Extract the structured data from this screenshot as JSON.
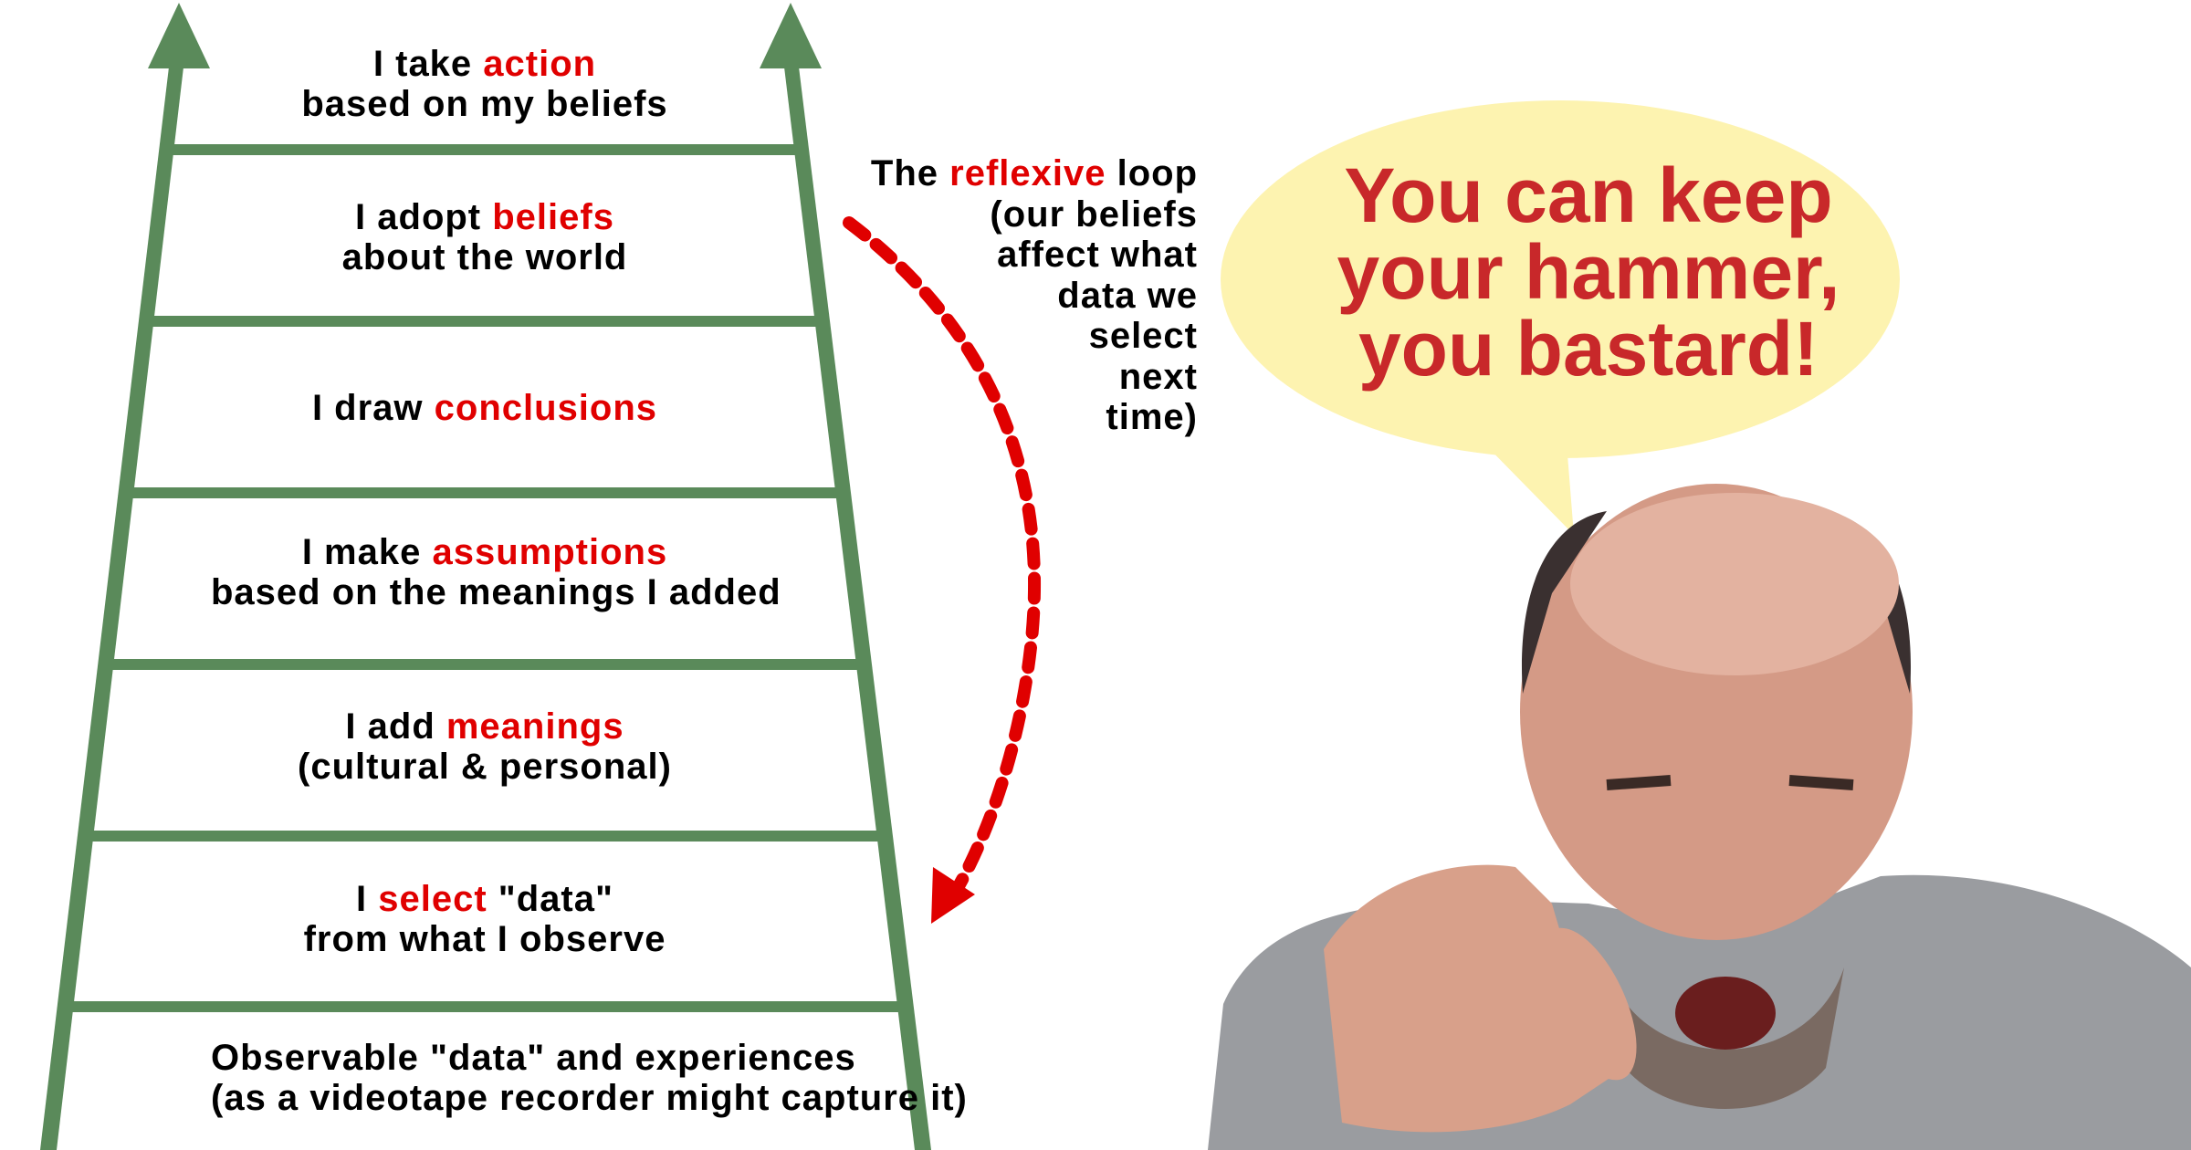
{
  "ladder": {
    "rungs": [
      {
        "lines": [
          [
            {
              "t": "I take ",
              "hl": false
            },
            {
              "t": "action",
              "hl": true
            }
          ],
          [
            {
              "t": "based on my beliefs",
              "hl": false
            }
          ]
        ]
      },
      {
        "lines": [
          [
            {
              "t": "I adopt ",
              "hl": false
            },
            {
              "t": "beliefs",
              "hl": true
            }
          ],
          [
            {
              "t": "about the world",
              "hl": false
            }
          ]
        ]
      },
      {
        "lines": [
          [
            {
              "t": "I draw ",
              "hl": false
            },
            {
              "t": "conclusions",
              "hl": true
            }
          ]
        ]
      },
      {
        "lines": [
          [
            {
              "t": "I make ",
              "hl": false
            },
            {
              "t": "assumptions",
              "hl": true
            }
          ],
          [
            {
              "t": "based on the meanings I added",
              "hl": false
            }
          ]
        ]
      },
      {
        "lines": [
          [
            {
              "t": "I add ",
              "hl": false
            },
            {
              "t": "meanings",
              "hl": true
            }
          ],
          [
            {
              "t": "(cultural & personal)",
              "hl": false
            }
          ]
        ]
      },
      {
        "lines": [
          [
            {
              "t": "I ",
              "hl": false
            },
            {
              "t": "select",
              "hl": true
            },
            {
              "t": " \"data\"",
              "hl": false
            }
          ],
          [
            {
              "t": "from what I observe",
              "hl": false
            }
          ]
        ]
      },
      {
        "lines": [
          [
            {
              "t": "Observable \"data\" and experiences",
              "hl": false
            }
          ],
          [
            {
              "t": "(as a videotape recorder might capture it)",
              "hl": false
            }
          ]
        ]
      }
    ]
  },
  "loop": {
    "lines": [
      [
        {
          "t": "The ",
          "hl": false
        },
        {
          "t": "reflexive",
          "hl": true
        },
        {
          "t": " loop",
          "hl": false
        }
      ],
      [
        {
          "t": "(our beliefs",
          "hl": false
        }
      ],
      [
        {
          "t": "affect what",
          "hl": false
        }
      ],
      [
        {
          "t": "data we",
          "hl": false
        }
      ],
      [
        {
          "t": "select",
          "hl": false
        }
      ],
      [
        {
          "t": "next",
          "hl": false
        }
      ],
      [
        {
          "t": "time)",
          "hl": false
        }
      ]
    ]
  },
  "bubble": {
    "lines": [
      "You can keep",
      "your hammer,",
      "you bastard!"
    ]
  },
  "colors": {
    "ladder_green": "#5a8a5a",
    "highlight_red": "#e00000",
    "bubble_fill": "#fdf3b0",
    "bubble_text": "#c8282a"
  }
}
